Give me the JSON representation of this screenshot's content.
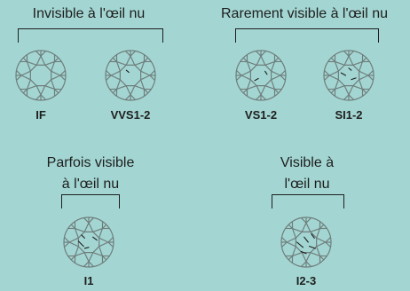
{
  "groups": [
    {
      "title_lines": [
        "Invisible à l'œil nu"
      ],
      "grades": [
        "IF",
        "VVS1-2"
      ]
    },
    {
      "title_lines": [
        "Rarement visible à l'œil nu"
      ],
      "grades": [
        "VS1-2",
        "SI1-2"
      ]
    },
    {
      "title_lines": [
        "Parfois visible",
        "à l'œil nu"
      ],
      "grades": [
        "I1"
      ]
    },
    {
      "title_lines": [
        "Visible à",
        "l'œil nu"
      ],
      "grades": [
        "I2-3"
      ]
    }
  ],
  "colors": {
    "background": "#a3d6d2",
    "ink": "#1e1e1e",
    "diamond_stroke": "#6f7e7d"
  }
}
